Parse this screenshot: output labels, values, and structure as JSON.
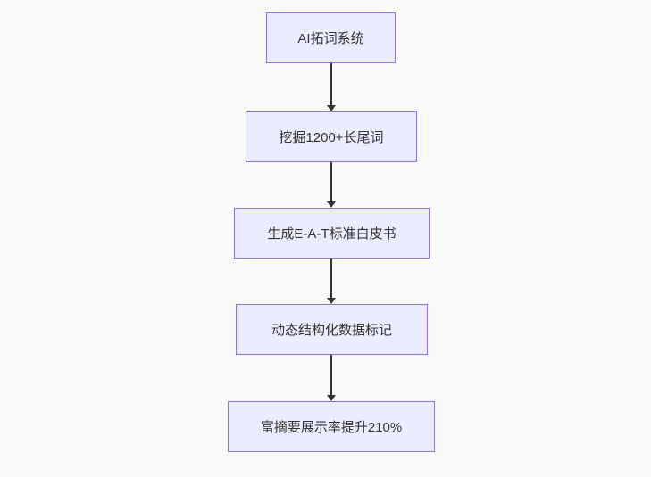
{
  "colors": {
    "background": "#fafafa",
    "node_fill": "#ECECFF",
    "node_border": "#9370DB",
    "node_text": "#333333",
    "arrow": "#333333"
  },
  "flowchart": {
    "type": "vertical-flowchart",
    "nodes": [
      {
        "label": "AI拓词系统"
      },
      {
        "label": "挖掘1200+长尾词"
      },
      {
        "label": "生成E-A-T标准白皮书"
      },
      {
        "label": "动态结构化数据标记"
      },
      {
        "label": "富摘要展示率提升210%"
      }
    ],
    "edges": [
      {
        "from": 0,
        "to": 1
      },
      {
        "from": 1,
        "to": 2
      },
      {
        "from": 2,
        "to": 3
      },
      {
        "from": 3,
        "to": 4
      }
    ]
  }
}
